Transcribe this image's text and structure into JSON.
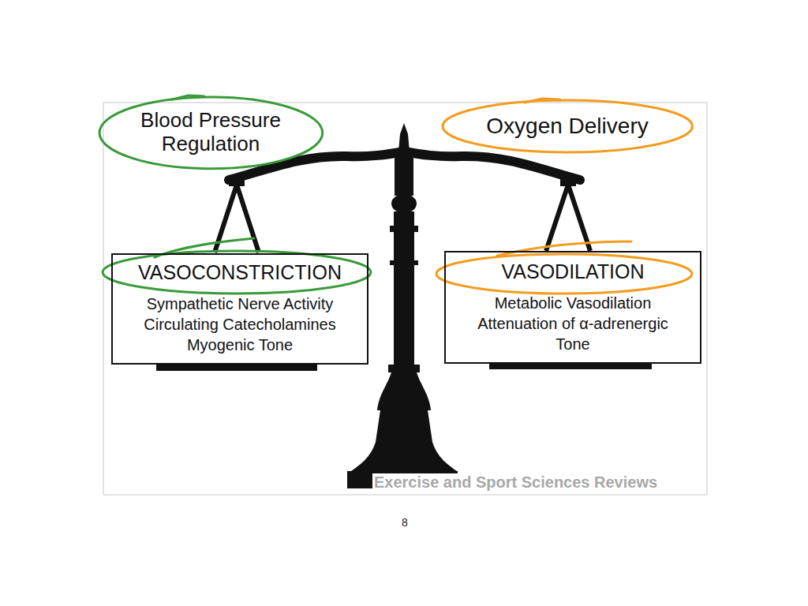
{
  "diagram": {
    "nodes": [
      {
        "text": [
          "Blood Pressure Regulation"
        ]
      },
      {
        "text": [
          "Oxygen Delivery"
        ]
      },
      {
        "text": [
          "VASOCONSTRICTION",
          "Sympathetic Nerve Activity",
          "Circulating Catecholamines",
          "Myogenic Tone"
        ]
      },
      {
        "text": [
          "VASODILATION",
          "Metabolic Vasodilation",
          "Attenuation of α-adrenergic Tone"
        ]
      }
    ],
    "labels": [
      "Exercise and Sport Sciences Reviews",
      "8"
    ]
  }
}
